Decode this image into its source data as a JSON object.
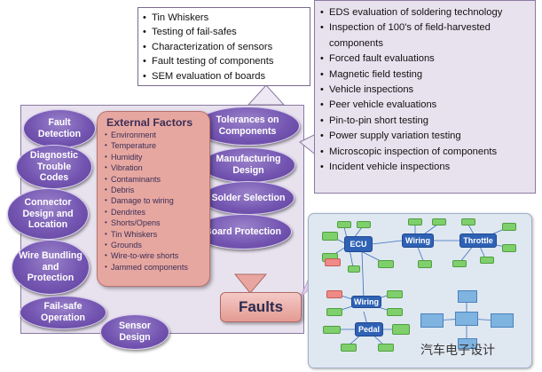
{
  "top_box": {
    "items": [
      "Tin Whiskers",
      "Testing of fail-safes",
      "Characterization of sensors",
      "Fault testing of components",
      "SEM evaluation of boards"
    ]
  },
  "right_box": {
    "items": [
      "EDS evaluation of soldering technology",
      "Inspection of 100's of field-harvested components",
      "Forced fault evaluations",
      "Magnetic field testing",
      "Vehicle inspections",
      "Peer vehicle evaluations",
      "Pin-to-pin short testing",
      "Power supply variation testing",
      "Microscopic inspection of components",
      "Incident vehicle inspections"
    ]
  },
  "left_ovals": [
    "Fault Detection",
    "Diagnostic Trouble Codes",
    "Connector Design and Location",
    "Wire Bundling and Protection",
    "Fail-safe Operation",
    "Sensor Design"
  ],
  "right_ovals": [
    "Tolerances on Components",
    "Manufacturing Design",
    "Solder Selection",
    "Board Protection"
  ],
  "external_factors": {
    "title": "External Factors",
    "items": [
      "Environment",
      "Temperature",
      "Humidity",
      "Vibration",
      "Contaminants",
      "Debris",
      "Damage to wiring",
      "Dendrites",
      "Shorts/Opens",
      "Tin Whiskers",
      "Grounds",
      "Wire-to-wire shorts",
      "Jammed components"
    ]
  },
  "center_label": "Faults",
  "diagram": {
    "hubs": [
      "ECU",
      "Wiring",
      "Throttle",
      "Wiring",
      "Pedal"
    ]
  },
  "watermark": "汽车电子设计",
  "colors": {
    "oval": "#7557b3",
    "external": "#e7a7a1",
    "panel": "#e8e2ef",
    "hub": "#2f62b5",
    "mini_green": "#7fcf6d",
    "mini_pink": "#f08a86"
  }
}
